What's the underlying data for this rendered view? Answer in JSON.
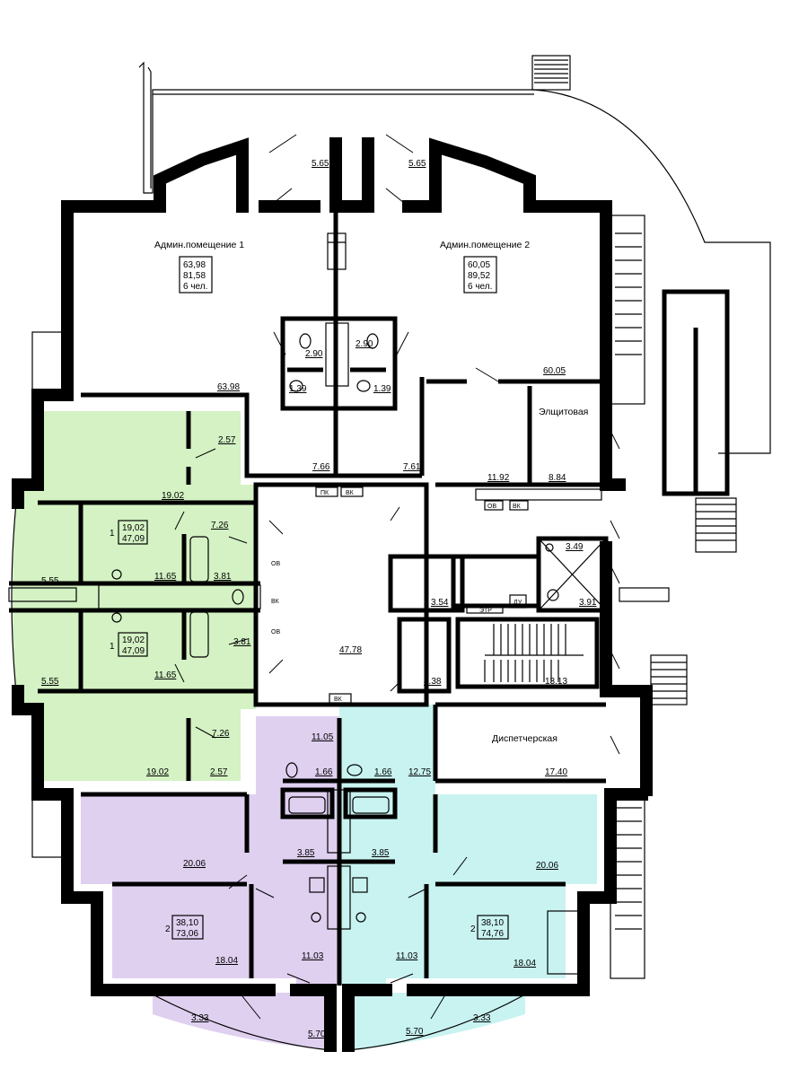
{
  "colors": {
    "green_apartment": "#d4f2c4",
    "purple_apartment": "#dfd0f0",
    "cyan_apartment": "#c8f3f1",
    "walls": "#000000",
    "background": "#ffffff"
  },
  "rooms": {
    "admin1": {
      "name": "Админ.помещение 1",
      "v1": "63,98",
      "v2": "81,58",
      "v3": "6 чел."
    },
    "admin2": {
      "name": "Админ.помещение 2",
      "v1": "60,05",
      "v2": "89,52",
      "v3": "6 чел."
    },
    "elshch": "Элщитовая",
    "dispatch": "Диспетчерская"
  },
  "apartments": {
    "green_top": {
      "rooms": "1",
      "living": "19,02",
      "total": "47,09"
    },
    "green_bottom": {
      "rooms": "1",
      "living": "19,02",
      "total": "47,09"
    },
    "purple": {
      "rooms": "2",
      "living": "38,10",
      "total": "73,06"
    },
    "cyan": {
      "rooms": "2",
      "living": "38,10",
      "total": "74,76"
    }
  },
  "areas": {
    "a_5_65_left": "5.65",
    "a_5_65_right": "5.65",
    "a_2_90_left": "2.90",
    "a_2_90_right": "2.90",
    "a_1_39_left": "1.39",
    "a_1_39_right": "1.39",
    "a_63_98": "63.98",
    "a_60_05": "60.05",
    "a_7_66": "7.66",
    "a_7_61": "7.61",
    "a_11_92": "11.92",
    "a_8_84": "8.84",
    "a_2_57_top": "2.57",
    "a_19_02_top": "19.02",
    "a_7_26_top": "7.26",
    "a_11_65_top": "11.65",
    "a_3_81_top": "3.81",
    "a_5_55_top": "5.55",
    "a_5_55_bottom": "5.55",
    "a_11_65_bottom": "11.65",
    "a_3_81_bottom": "3.81",
    "a_7_26_bottom": "7.26",
    "a_19_02_bottom": "19.02",
    "a_2_57_bottom": "2.57",
    "a_47_78": "47.78",
    "a_3_49": "3.49",
    "a_3_54": "3.54",
    "a_3_91": "3.91",
    "a_4_38": "4.38",
    "a_13_13": "13.13",
    "a_11_05": "11.05",
    "a_1_66_left": "1.66",
    "a_1_66_right": "1.66",
    "a_12_75": "12.75",
    "a_17_40": "17.40",
    "a_20_06_left": "20.06",
    "a_20_06_right": "20.06",
    "a_3_85_left": "3.85",
    "a_3_85_right": "3.85",
    "a_18_04_left": "18.04",
    "a_18_04_right": "18.04",
    "a_11_03_left": "11.03",
    "a_11_03_right": "11.03",
    "a_3_33_left": "3.33",
    "a_3_33_right": "3.33",
    "a_5_70_left": "5.70",
    "a_5_70_right": "5.70"
  },
  "tags": {
    "pk": "ПК",
    "vk": "ВК",
    "ov": "ОВ",
    "etr": "ЭТР",
    "du": "ДУ"
  }
}
